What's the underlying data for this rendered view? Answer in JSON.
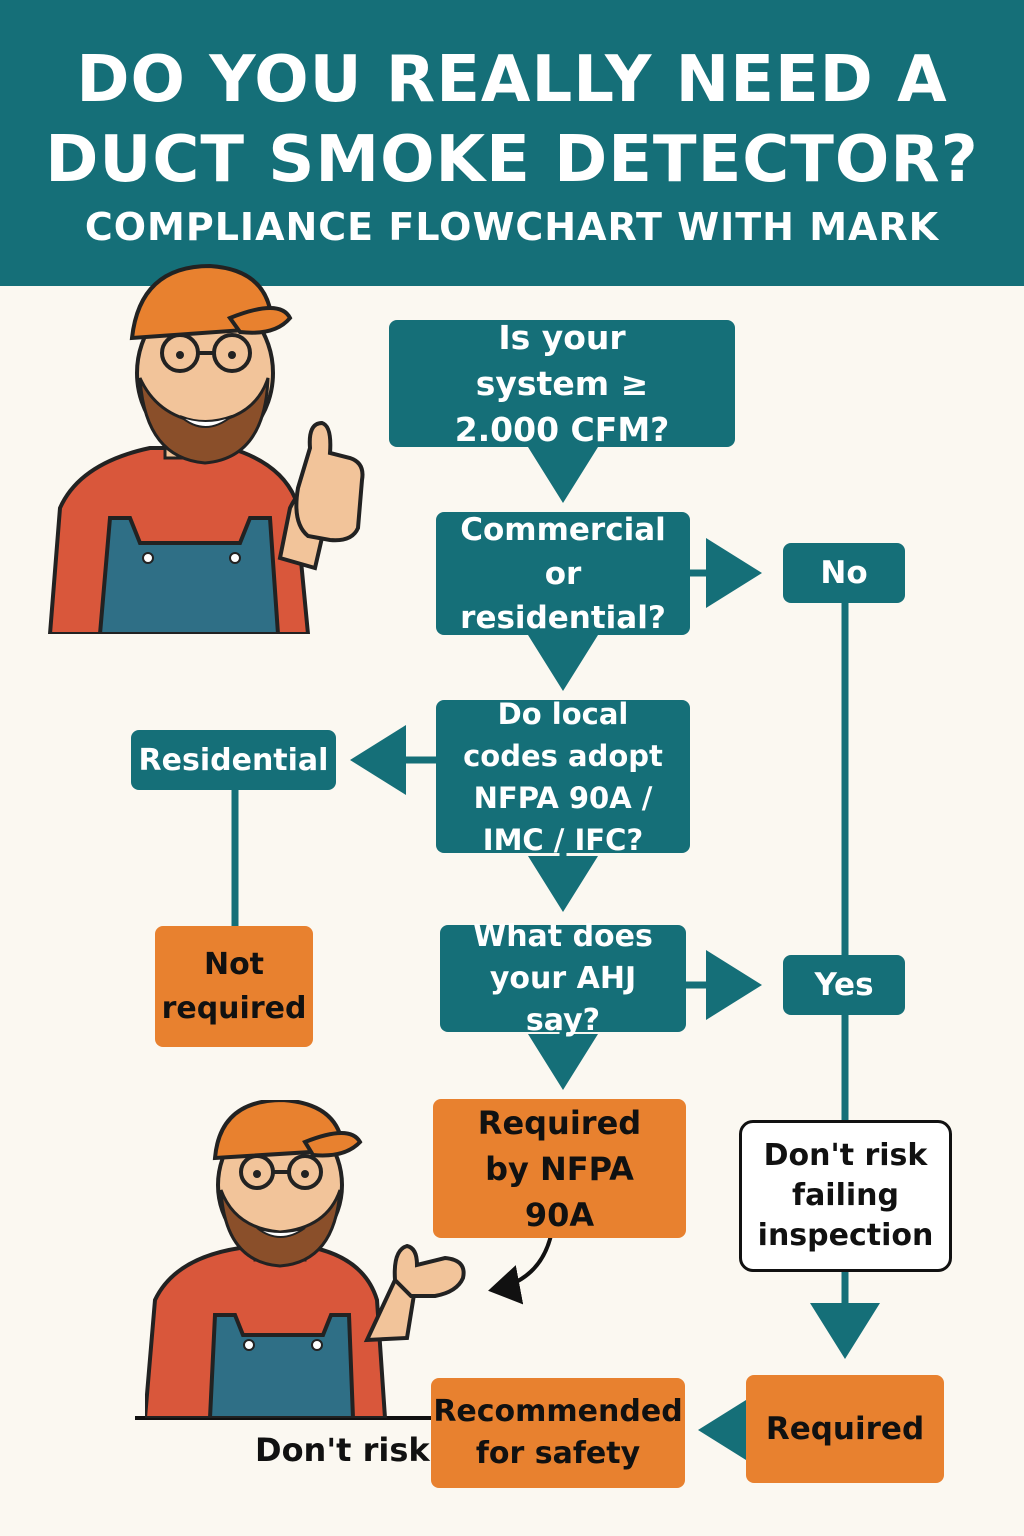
{
  "header": {
    "title_line1": "DO YOU REALLY NEED A",
    "title_line2": "DUCT SMOKE DETECTOR?",
    "subtitle": "COMPLIANCE FLOWCHART WITH MARK"
  },
  "flow": {
    "q_cfm": "Is your system ≥ 2.000 CFM?",
    "q_commercial": "Commercial or residential?",
    "q_codes": "Do local codes adopt NFPA 90A / IMC / IFC?",
    "q_ahj": "What does your AHJ say?",
    "no": "No",
    "yes": "Yes",
    "residential": "Residential",
    "not_required": "Not required",
    "required_nfpa": "Required by NFPA 90A",
    "dont_risk_inspection": "Don't risk failing inspection",
    "required": "Required",
    "recommended": "Recommended for safety",
    "dont_risk": "Don't risk"
  },
  "colors": {
    "teal": "#156f78",
    "orange": "#e8812f",
    "background": "#fbf8f1"
  },
  "icons": [
    "mark-thumbs-up-illustration",
    "mark-pointing-illustration"
  ]
}
